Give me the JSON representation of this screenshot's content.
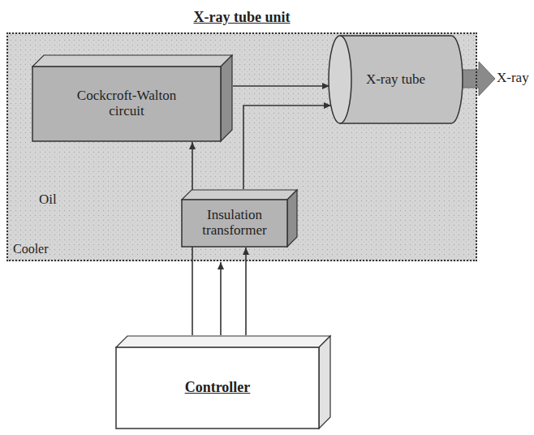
{
  "diagram": {
    "nodes": [
      {
        "text": [
          "X-ray tube unit",
          "Cooler"
        ]
      },
      {
        "text": [
          "Cockcroft-Walton circuit"
        ],
        "in": 0
      },
      {
        "text": [
          "X-ray tube"
        ],
        "in": 0
      },
      {
        "text": [
          "Insulation transformer"
        ],
        "in": 0
      },
      {
        "text": [
          "Controller"
        ]
      }
    ],
    "edges": [
      {
        "from": 1,
        "to": 2,
        "arrow": "to"
      },
      {
        "from": 3,
        "to": 2,
        "arrow": "to"
      },
      {
        "from": 4,
        "to": 1,
        "arrow": "to"
      },
      {
        "from": 4,
        "to": 0,
        "arrow": "to"
      },
      {
        "from": 4,
        "to": 3,
        "arrow": "to"
      }
    ],
    "labels": [
      "Oil",
      "X-ray"
    ]
  }
}
